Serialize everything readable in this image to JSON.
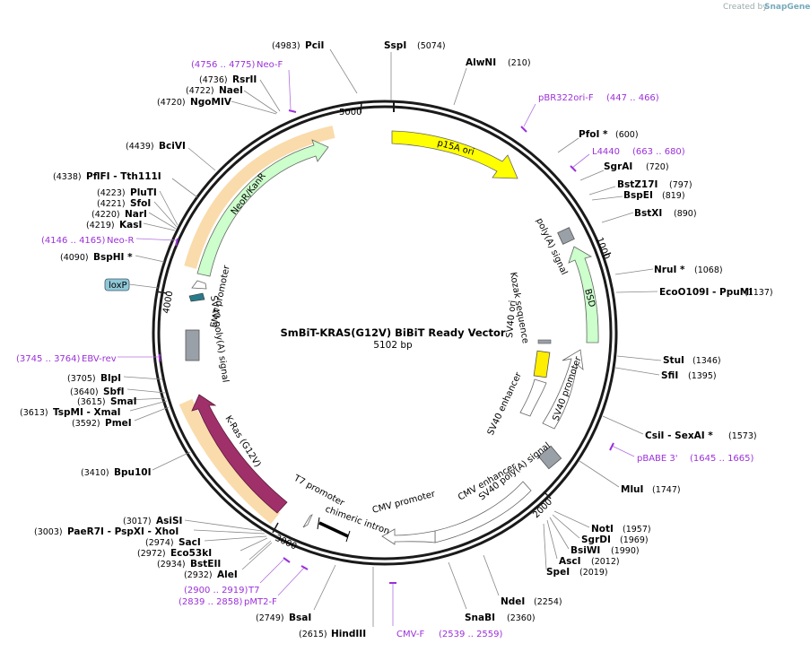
{
  "app": {
    "watermark_prefix": "Created by",
    "watermark_brand": "SnapGene"
  },
  "map": {
    "title": "SmBiT-KRAS(G12V) BiBiT Ready Vector",
    "size_label": "5102 bp",
    "total_bp": 5102,
    "tick_labels": [
      "5000",
      "1000",
      "2000",
      "3000",
      "4000"
    ],
    "ring_color": "#1a1a1a"
  },
  "sites": [
    {
      "name": "PciI",
      "pos": "(4983)"
    },
    {
      "name": "SspI",
      "pos": "(5074)"
    },
    {
      "name": "AlwNI",
      "pos": "(210)"
    },
    {
      "name": "PfoI *",
      "pos": "(600)"
    },
    {
      "name": "SgrAI",
      "pos": "(720)"
    },
    {
      "name": "BstZ17I",
      "pos": "(797)"
    },
    {
      "name": "BspEI",
      "pos": "(819)"
    },
    {
      "name": "BstXI",
      "pos": "(890)"
    },
    {
      "name": "NruI *",
      "pos": "(1068)"
    },
    {
      "name": "EcoO109I - PpuMI",
      "pos": "(1137)"
    },
    {
      "name": "StuI",
      "pos": "(1346)"
    },
    {
      "name": "SfiI",
      "pos": "(1395)"
    },
    {
      "name": "CsiI - SexAI *",
      "pos": "(1573)"
    },
    {
      "name": "MluI",
      "pos": "(1747)"
    },
    {
      "name": "NotI",
      "pos": "(1957)"
    },
    {
      "name": "SgrDI",
      "pos": "(1969)"
    },
    {
      "name": "BsiWI",
      "pos": "(1990)"
    },
    {
      "name": "AscI",
      "pos": "(2012)"
    },
    {
      "name": "SpeI",
      "pos": "(2019)"
    },
    {
      "name": "NdeI",
      "pos": "(2254)"
    },
    {
      "name": "SnaBI",
      "pos": "(2360)"
    },
    {
      "name": "HindIII",
      "pos": "(2615)"
    },
    {
      "name": "BsaI",
      "pos": "(2749)"
    },
    {
      "name": "AleI",
      "pos": "(2932)"
    },
    {
      "name": "BstEII",
      "pos": "(2934)"
    },
    {
      "name": "Eco53kI",
      "pos": "(2972)"
    },
    {
      "name": "SacI",
      "pos": "(2974)"
    },
    {
      "name": "PaeR7I - PspXI - XhoI",
      "pos": "(3003)"
    },
    {
      "name": "AsiSI",
      "pos": "(3017)"
    },
    {
      "name": "Bpu10I",
      "pos": "(3410)"
    },
    {
      "name": "PmeI",
      "pos": "(3592)"
    },
    {
      "name": "TspMI - XmaI",
      "pos": "(3613)"
    },
    {
      "name": "SmaI",
      "pos": "(3615)"
    },
    {
      "name": "SbfI",
      "pos": "(3640)"
    },
    {
      "name": "BlpI",
      "pos": "(3705)"
    },
    {
      "name": "BspHI *",
      "pos": "(4090)"
    },
    {
      "name": "KasI",
      "pos": "(4219)"
    },
    {
      "name": "NarI",
      "pos": "(4220)"
    },
    {
      "name": "SfoI",
      "pos": "(4221)"
    },
    {
      "name": "PluTI",
      "pos": "(4223)"
    },
    {
      "name": "PflFI - Tth111I",
      "pos": "(4338)"
    },
    {
      "name": "BciVI",
      "pos": "(4439)"
    },
    {
      "name": "NgoMIV",
      "pos": "(4720)"
    },
    {
      "name": "NaeI",
      "pos": "(4722)"
    },
    {
      "name": "RsrII",
      "pos": "(4736)"
    }
  ],
  "primers": [
    {
      "name": "Neo-F",
      "range": "(4756 .. 4775)"
    },
    {
      "name": "pBR322ori-F",
      "range": "(447 .. 466)"
    },
    {
      "name": "L4440",
      "range": "(663 .. 680)"
    },
    {
      "name": "pBABE 3'",
      "range": "(1645 .. 1665)"
    },
    {
      "name": "CMV-F",
      "range": "(2539 .. 2559)"
    },
    {
      "name": "T7",
      "range": "(2900 .. 2919)"
    },
    {
      "name": "pMT2-F",
      "range": "(2839 .. 2858)"
    },
    {
      "name": "EBV-rev",
      "range": "(3745 .. 3764)"
    },
    {
      "name": "Neo-R",
      "range": "(4146 .. 4165)"
    }
  ],
  "features": {
    "p15a_ori": "p15A ori",
    "polya_signal_1": "poly(A) signal",
    "bsd": "BSD",
    "kozak": "Kozak sequence",
    "sv40_ori": "SV40 ori",
    "sv40_enhancer": "SV40 enhancer",
    "sv40_promoter": "SV40 promoter",
    "sv40_polya_signal_top": "SV40 poly(A) signal",
    "cmv_enhancer": "CMV enhancer",
    "cmv_promoter": "CMV promoter",
    "chimeric_intron": "chimeric intron",
    "t7_promoter": "T7 promoter",
    "kras": "K-Ras (G12V)",
    "sv40_polya_left": "SV40 poly(A) signal",
    "em7_promoter": "EM7 promoter",
    "neor_kanr": "NeoR/KanR",
    "loxp": "loxP"
  },
  "colors": {
    "p15a": "#ffff00",
    "bsd": "#ccffcc",
    "neor": "#ccffcc",
    "kras": "#a0306a",
    "promoter": "#ffffff",
    "polya": "#9aa0a8",
    "sv40_ori": "#ffee00",
    "loxp": "#8fc8d8",
    "orange_highlight": "#f5b044",
    "primer": "#9b30d9"
  }
}
